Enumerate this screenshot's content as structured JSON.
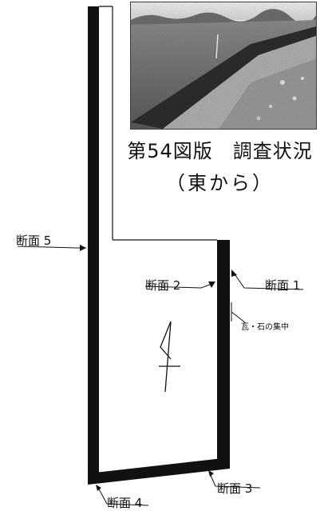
{
  "photo": {
    "icon": "excavation-trench-photo"
  },
  "caption": {
    "title": "第54図版　調査状況",
    "subtitle": "（東から）"
  },
  "plan": {
    "sections": {
      "s1": "断面 1",
      "s2": "断面 2",
      "s3": "断面 3",
      "s4": "断面 4",
      "s5": "断面 5"
    },
    "note": "瓦・石の集中",
    "north_icon": "north-arrow-icon"
  }
}
